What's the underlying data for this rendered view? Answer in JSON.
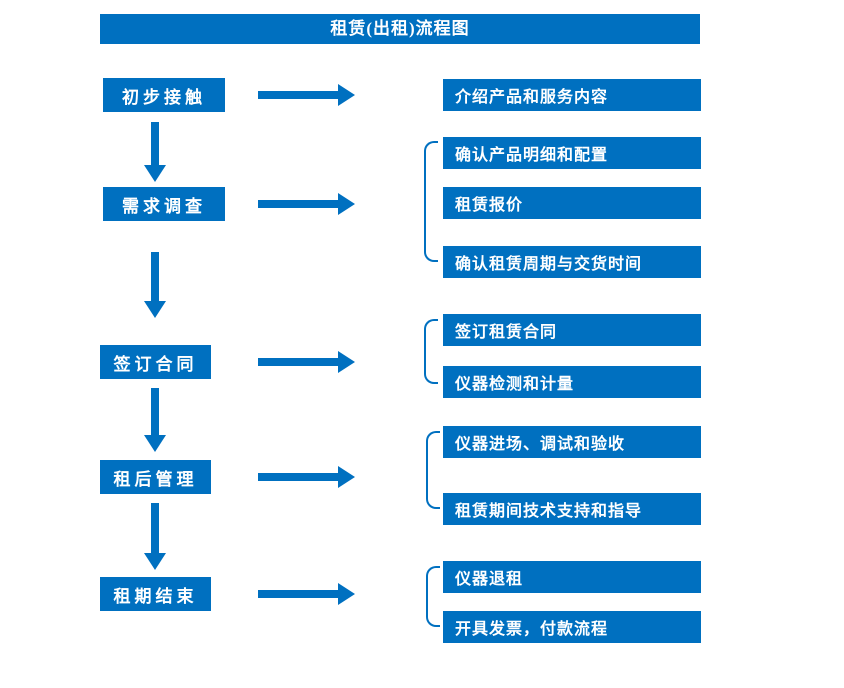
{
  "title": "租赁(出租)流程图",
  "colors": {
    "primary": "#0070C0",
    "background": "#FFFFFF",
    "text_on_primary": "#FFFFFF"
  },
  "diagram": {
    "type": "flowchart",
    "stages": [
      {
        "label": "初步接触",
        "details": [
          "介绍产品和服务内容"
        ]
      },
      {
        "label": "需求调查",
        "details": [
          "确认产品明细和配置",
          "租赁报价",
          "确认租赁周期与交货时间"
        ]
      },
      {
        "label": "签订合同",
        "details": [
          "签订租赁合同",
          "仪器检测和计量"
        ]
      },
      {
        "label": "租后管理",
        "details": [
          "仪器进场、调试和验收",
          "租赁期间技术支持和指导"
        ]
      },
      {
        "label": "租期结束",
        "details": [
          "仪器退租",
          "开具发票，付款流程"
        ]
      }
    ]
  }
}
